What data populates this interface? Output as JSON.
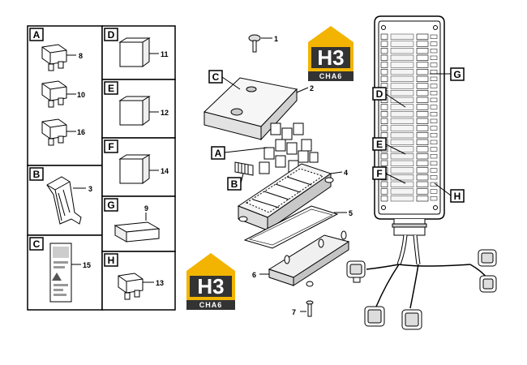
{
  "panel_labels": {
    "A": "A",
    "B": "B",
    "C": "C",
    "D": "D",
    "E": "E",
    "F": "F",
    "G": "G",
    "H": "H"
  },
  "part_numbers": {
    "p1": "1",
    "p2": "2",
    "p3": "3",
    "p4": "4",
    "p5": "5",
    "p6": "6",
    "p7": "7",
    "p8": "8",
    "p9": "9",
    "p10": "10",
    "p11": "11",
    "p12": "12",
    "p13": "13",
    "p14": "14",
    "p15": "15",
    "p16": "16"
  },
  "watermark": {
    "top": "H3",
    "bottom": "CHA6"
  },
  "colors": {
    "line": "#000000",
    "fill": "#ffffff",
    "shade": "#e8e8e8",
    "gold": "#f2b400",
    "dark": "#333333"
  },
  "fuse_panel_rows": 24
}
